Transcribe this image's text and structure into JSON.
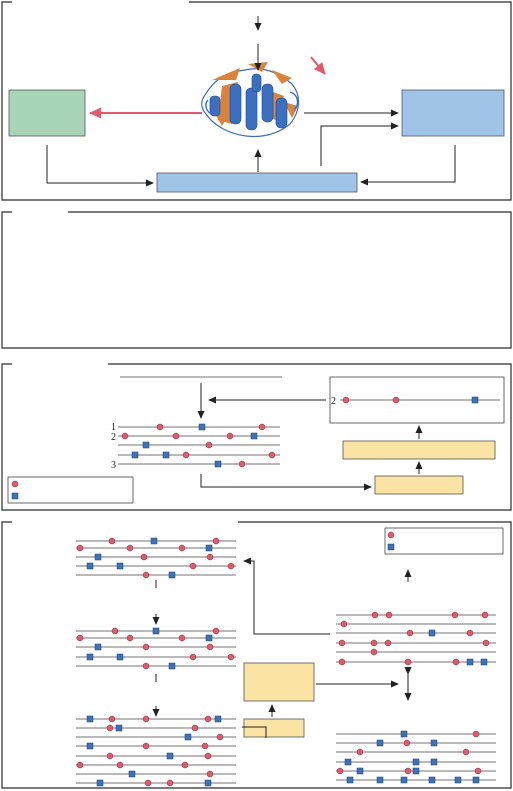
{
  "panel_c": {
    "row_numbers": [
      "1",
      "2",
      "3"
    ],
    "source_row_number": "2"
  },
  "colors": {
    "panel_border": "#2b2b2b",
    "green_box": "#a8d5b8",
    "blue_box": "#9fc4e8",
    "yellow_box": "#fbe3a3",
    "arrow_red": "#e05a6c",
    "circle_marker": "#e05a6c",
    "square_marker": "#3b72b8",
    "protein_blue": "#3a6fc2",
    "protein_orange": "#d9843a"
  },
  "icons": {
    "protein": "protein-structure-icon",
    "circle_marker": "red-circle-marker",
    "square_marker": "blue-square-marker"
  }
}
